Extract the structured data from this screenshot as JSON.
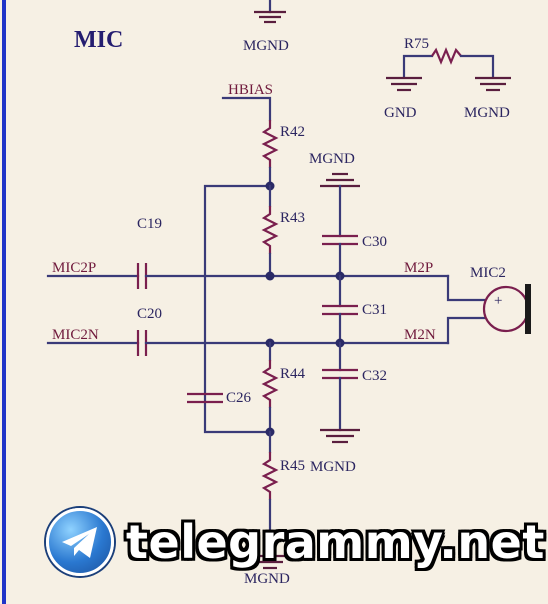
{
  "title": "MIC",
  "labels": {
    "mgnd_top": "MGND",
    "r75": "R75",
    "gnd": "GND",
    "mgnd_r75": "MGND",
    "hbias": "HBIAS",
    "r42": "R42",
    "mgnd_c30": "MGND",
    "r43": "R43",
    "c30": "C30",
    "c19": "C19",
    "mic2p": "MIC2P",
    "m2p": "M2P",
    "mic2": "MIC2",
    "c20": "C20",
    "c31": "C31",
    "mic2n": "MIC2N",
    "m2n": "M2N",
    "r44": "R44",
    "c32": "C32",
    "c26": "C26",
    "mgnd_c32": "MGND",
    "r45": "R45",
    "mgnd_bottom": "MGND"
  },
  "mic_polarity": "+",
  "watermark": "telegrammy.net",
  "colors": {
    "background": "#f6f0e4",
    "wire": "#3a3a78",
    "component": "#7a1f4e",
    "border": "#1f34c8"
  }
}
